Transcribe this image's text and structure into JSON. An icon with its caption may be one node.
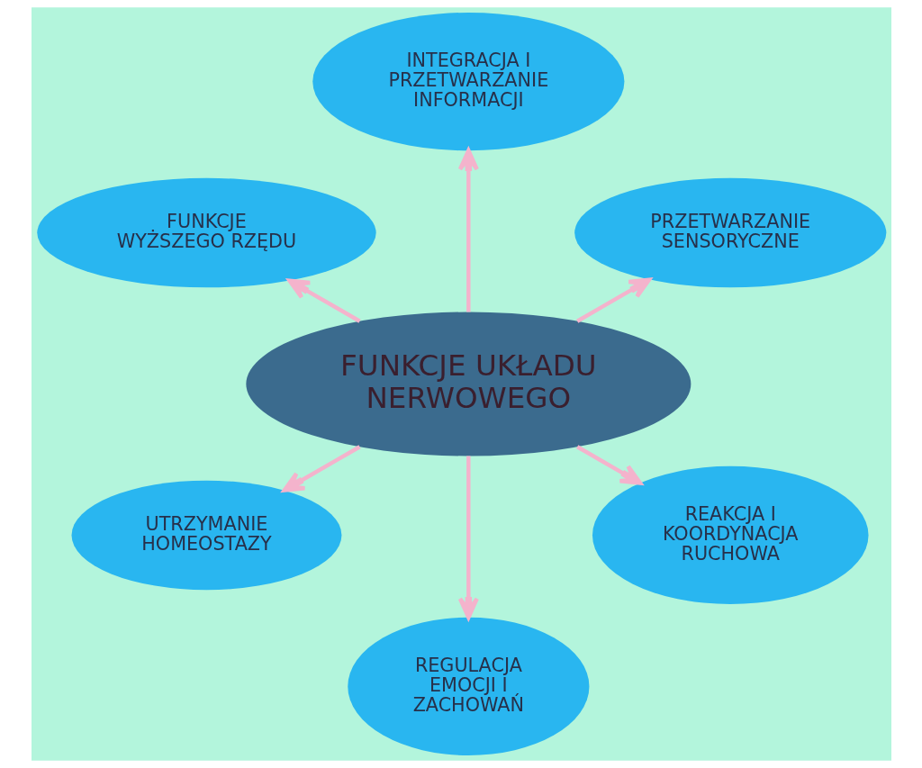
{
  "diagram": {
    "nodes": [
      {
        "text": [
          "FUNKCJE UKŁADU NERWOWEGO"
        ]
      },
      {
        "text": [
          "PRZETWARZANIE SENSORYCZNE"
        ]
      },
      {
        "text": [
          "INTEGRACJA I PRZETWARZANIE INFORMACJI"
        ]
      },
      {
        "text": [
          "FUNKCJE WYŻSZEGO RZĘDU"
        ]
      },
      {
        "text": [
          "UTRZYMANIE HOMEOSTAZY"
        ]
      },
      {
        "text": [
          "REGULACJA EMOCJI I ZACHOWAŃ"
        ]
      },
      {
        "text": [
          "REAKCJA I KOORDYNACJA RUCHOWA"
        ]
      }
    ],
    "edges": [
      {
        "from": 0,
        "to": 1,
        "arrow": "to"
      },
      {
        "from": 0,
        "to": 2,
        "arrow": "to"
      },
      {
        "from": 0,
        "to": 3,
        "arrow": "to"
      },
      {
        "from": 0,
        "to": 4,
        "arrow": "to"
      },
      {
        "from": 0,
        "to": 5,
        "arrow": "to"
      },
      {
        "from": 0,
        "to": 6,
        "arrow": "to"
      }
    ]
  }
}
